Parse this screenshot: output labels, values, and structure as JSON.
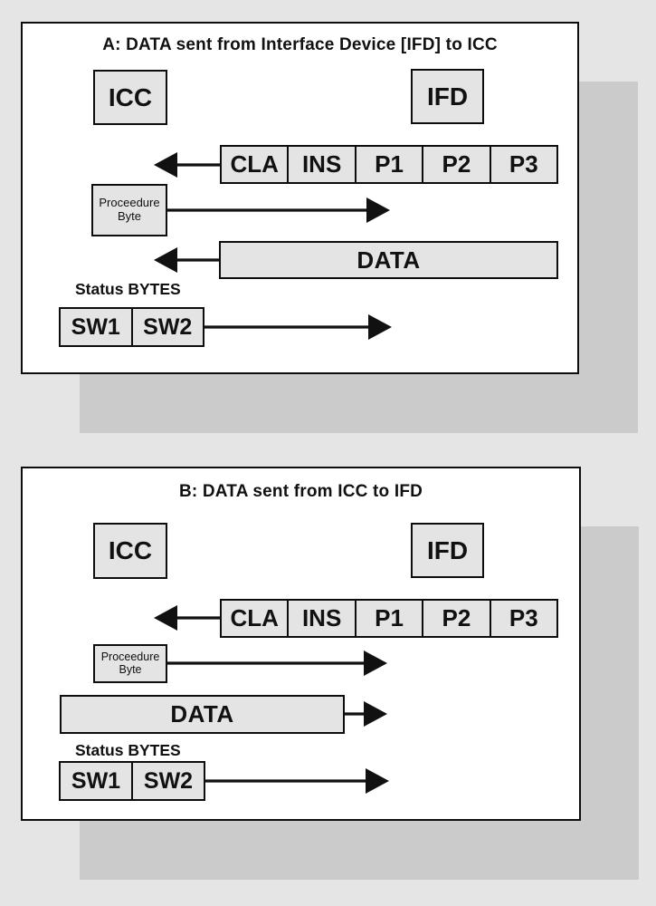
{
  "figure": {
    "type": "smart-card command/response exchange diagram",
    "colors": {
      "page_background": "#e5e5e5",
      "panel_background": "#ffffff",
      "shadow": "#cbcbcb",
      "box_fill": "#e4e4e4",
      "line": "#111111"
    },
    "panels": [
      {
        "title": "A: DATA sent from Interface Device [IFD] to ICC",
        "icc_label": "ICC",
        "ifd_label": "IFD",
        "command_cells": [
          "CLA",
          "INS",
          "P1",
          "P2",
          "P3"
        ],
        "procedure_line1": "Proceedure",
        "procedure_line2": "Byte",
        "data_label": "DATA",
        "data_arrow_direction": "left-toward-ICC",
        "status_label": "Status BYTES",
        "status_cells": [
          "SW1",
          "SW2"
        ]
      },
      {
        "title": "B: DATA sent from ICC to IFD",
        "icc_label": "ICC",
        "ifd_label": "IFD",
        "command_cells": [
          "CLA",
          "INS",
          "P1",
          "P2",
          "P3"
        ],
        "procedure_line1": "Proceedure",
        "procedure_line2": "Byte",
        "data_label": "DATA",
        "data_arrow_direction": "right-toward-IFD",
        "status_label": "Status BYTES",
        "status_cells": [
          "SW1",
          "SW2"
        ]
      }
    ]
  }
}
